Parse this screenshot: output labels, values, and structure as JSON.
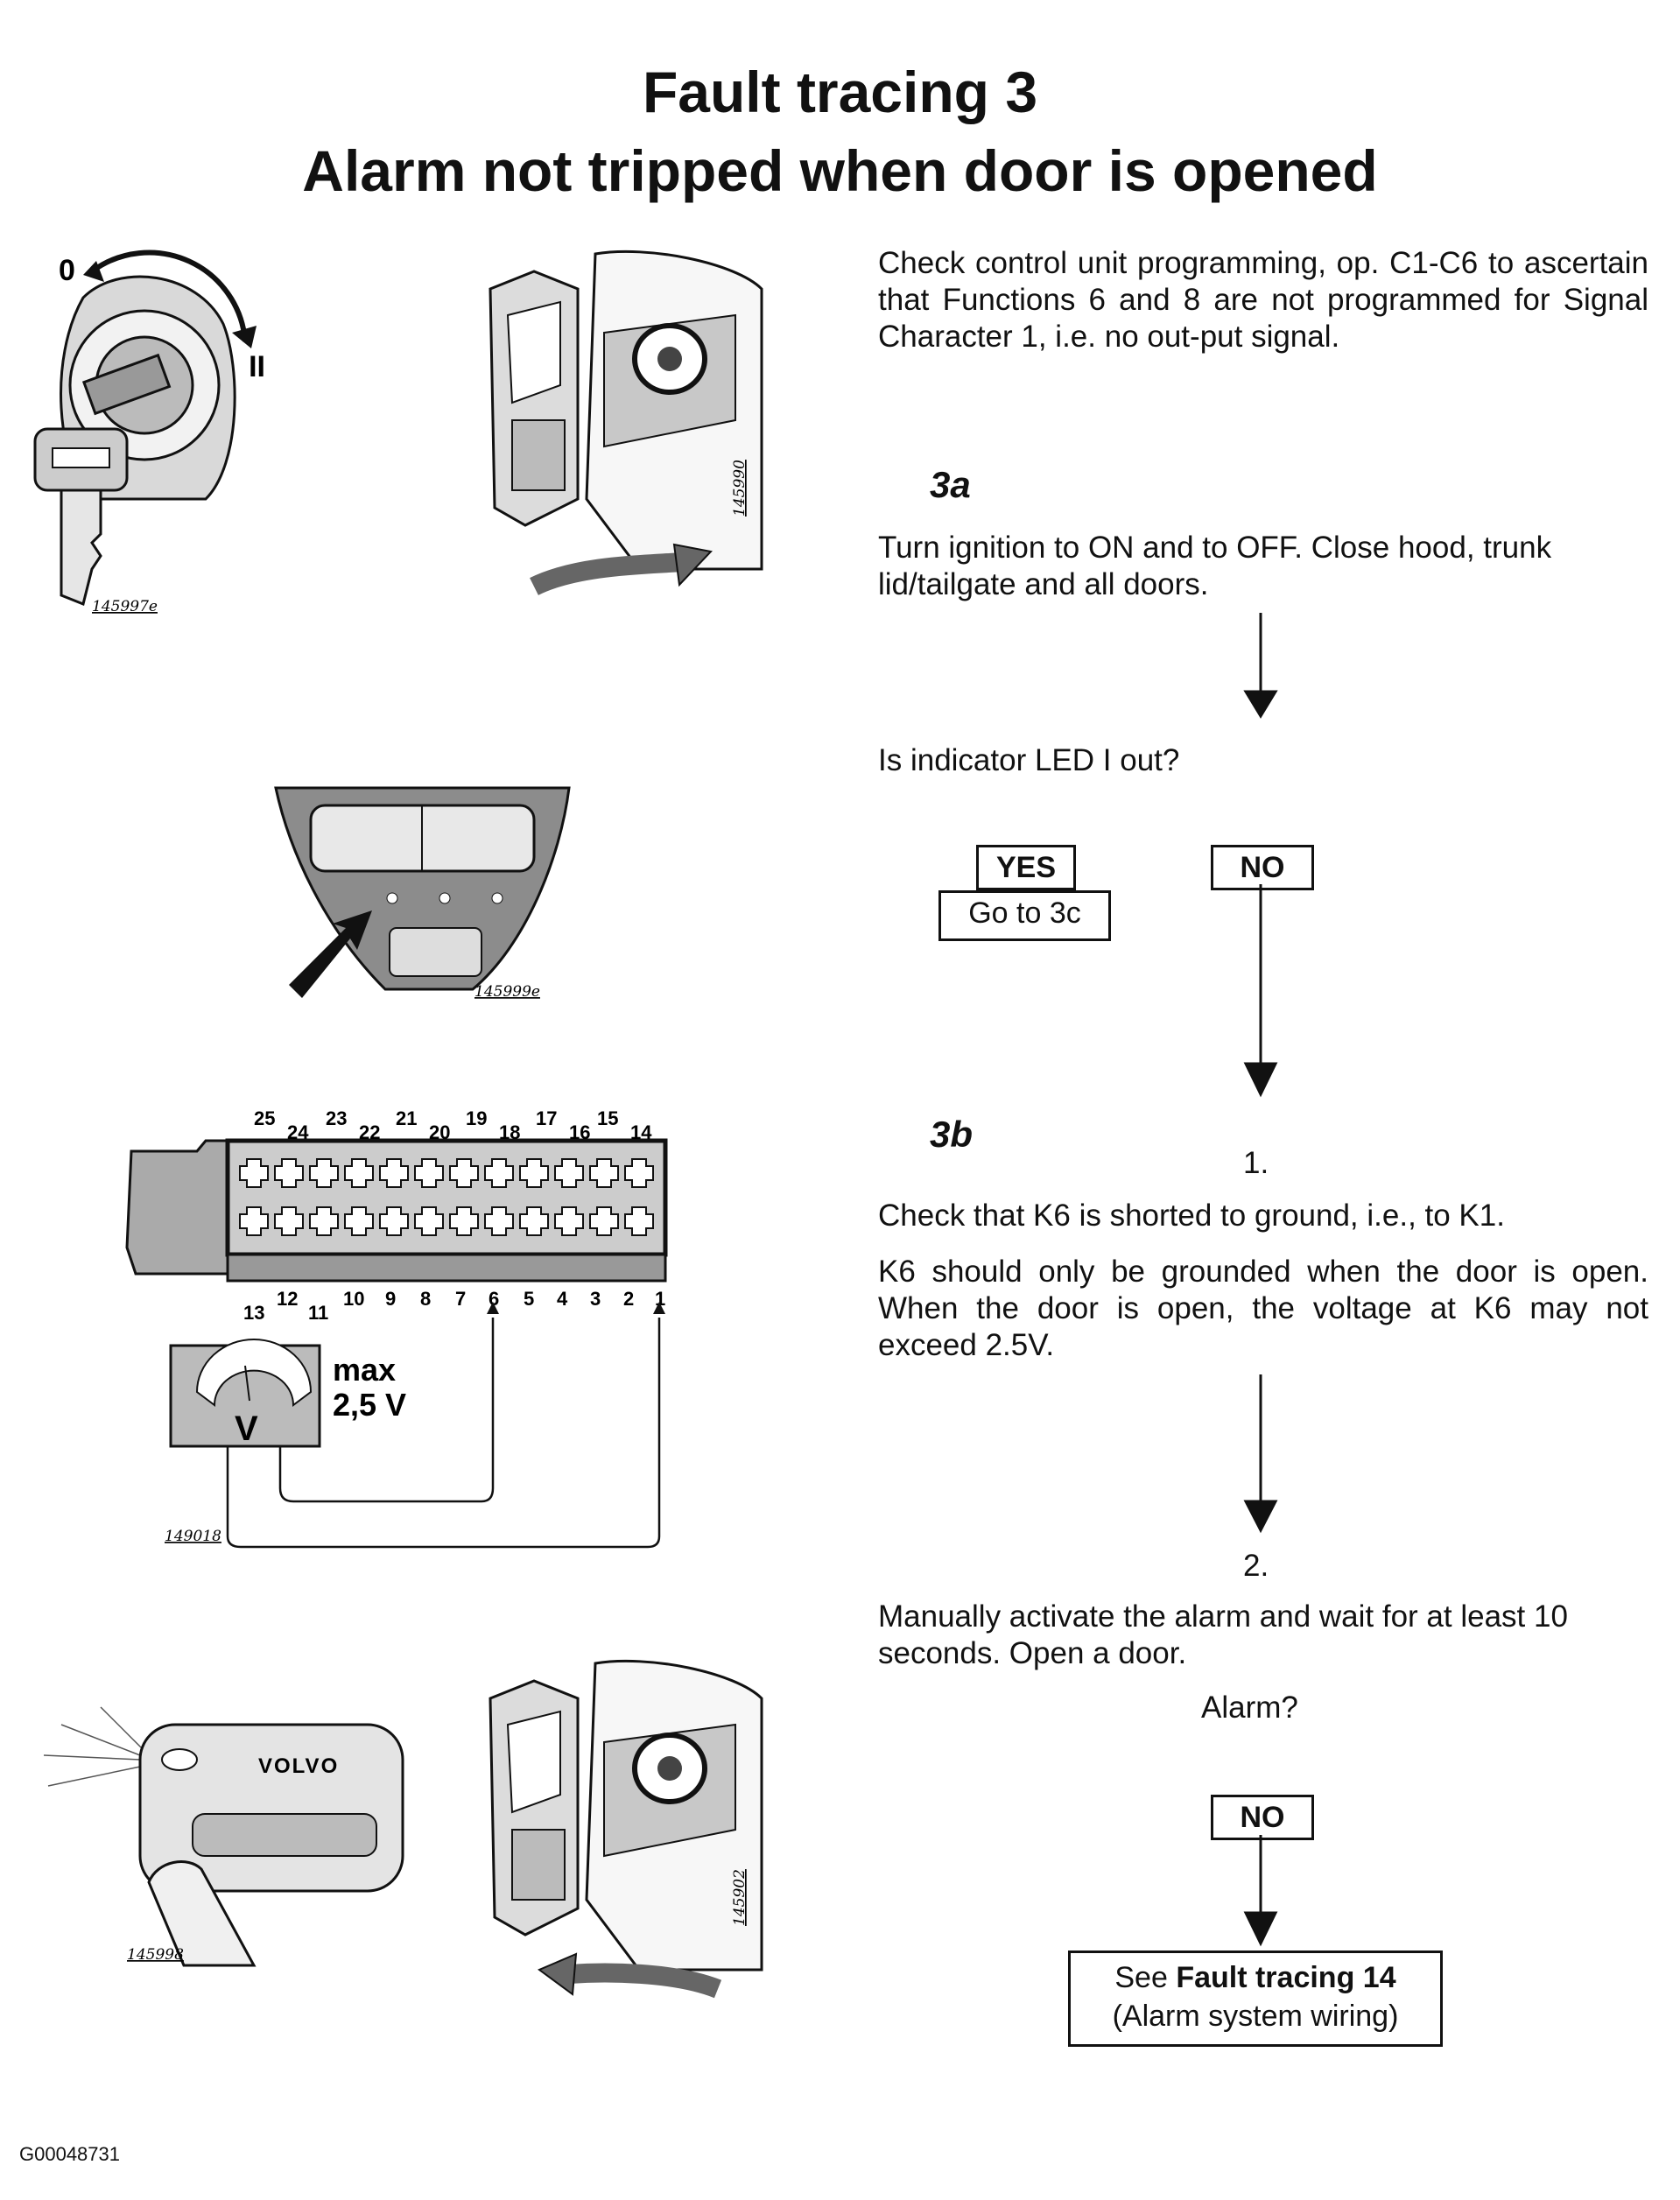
{
  "header": {
    "title_line1": "Fault tracing 3",
    "title_line2": "Alarm not tripped when door is opened"
  },
  "intro": {
    "text": "Check control unit programming, op. C1-C6 to ascertain that Functions 6 and 8 are not programmed for Signal Character 1, i.e. no out-put signal."
  },
  "step_3a": {
    "label": "3a",
    "instruction": "Turn ignition to ON and to OFF. Close hood, trunk lid/tailgate and all doors.",
    "question": "Is indicator LED I out?",
    "yes_label": "YES",
    "yes_action": "Go to 3c",
    "no_label": "NO"
  },
  "step_3b": {
    "label": "3b",
    "sub1_number": "1.",
    "sub1_text": "Check that K6 is shorted to ground, i.e., to K1.",
    "sub1_detail": "K6 should only be grounded when the door is open. When the door is open, the voltage at K6 may not exceed 2.5V.",
    "sub2_number": "2.",
    "sub2_text": "Manually activate the alarm and wait for at least 10 seconds. Open a door.",
    "question": "Alarm?",
    "no_label": "NO",
    "result_prefix": "See ",
    "result_bold": "Fault tracing 14",
    "result_sub": "(Alarm system wiring)"
  },
  "figures": {
    "ignition": {
      "pos_0": "0",
      "pos_2": "II",
      "id": "145997e"
    },
    "door_1": {
      "id": "145990"
    },
    "led_panel": {
      "id": "145999e"
    },
    "connector": {
      "top_pins": [
        "25",
        "24",
        "23",
        "22",
        "21",
        "20",
        "19",
        "18",
        "17",
        "16",
        "15",
        "14"
      ],
      "bottom_pins": [
        "13",
        "12",
        "11",
        "10",
        "9",
        "8",
        "7",
        "6",
        "5",
        "4",
        "3",
        "2",
        "1"
      ],
      "meter_symbol": "V",
      "meter_label_1": "max",
      "meter_label_2": "2,5  V",
      "id": "149018"
    },
    "remote": {
      "brand": "VOLVO",
      "id": "145998"
    },
    "door_2": {
      "id": "145902"
    }
  },
  "footer": {
    "doc_id": "G00048731"
  }
}
